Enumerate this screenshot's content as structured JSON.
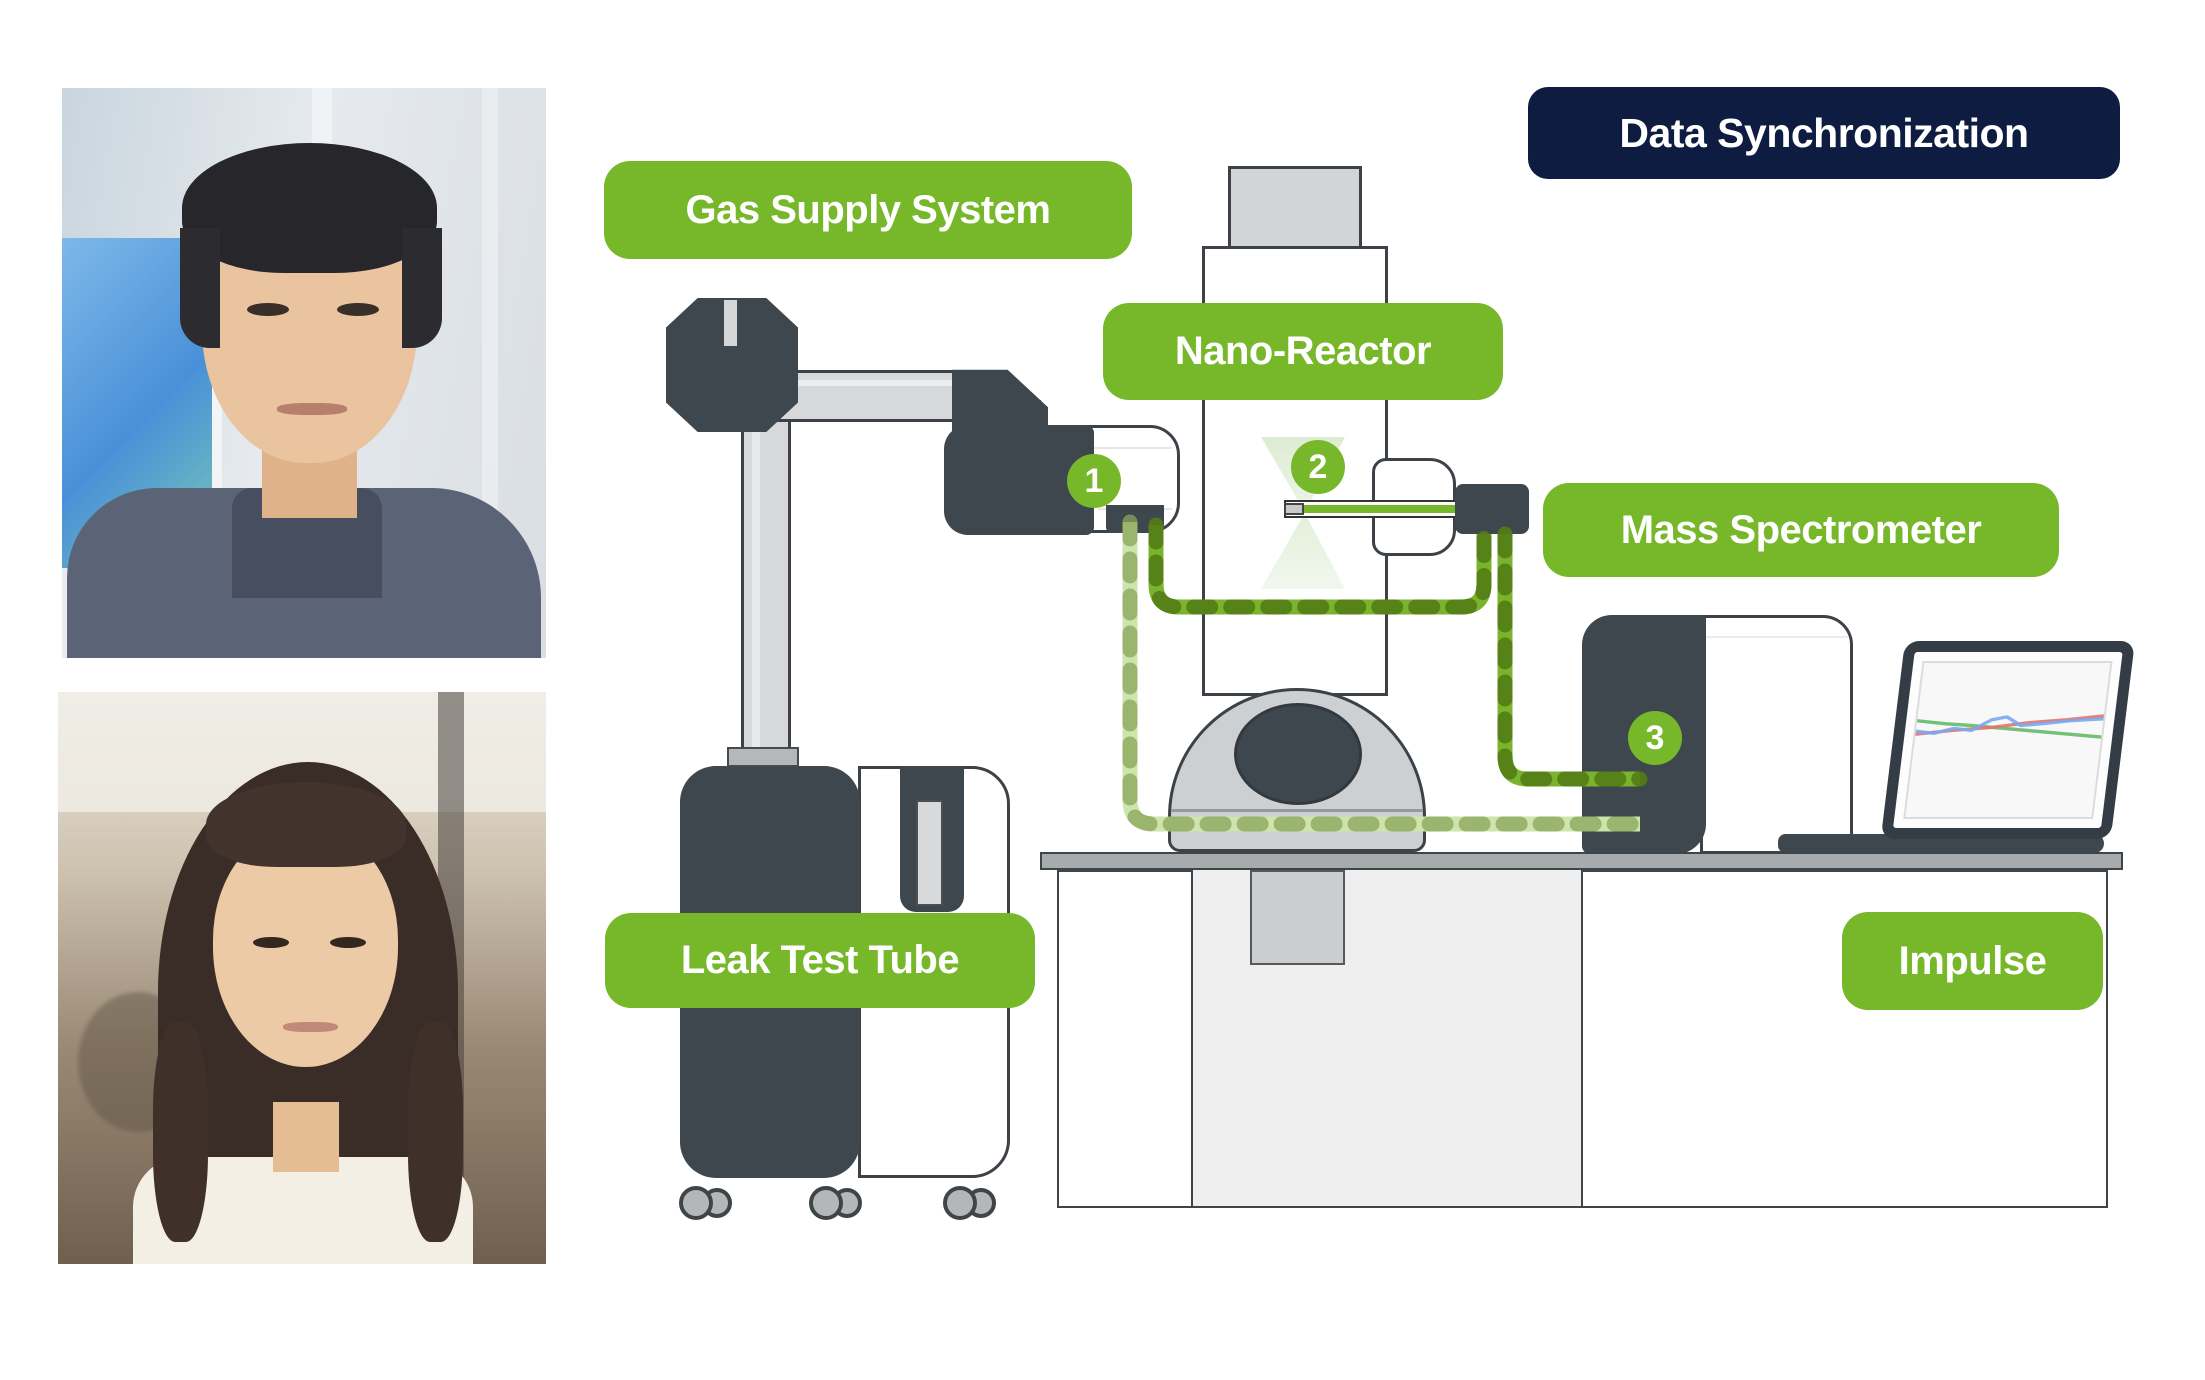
{
  "header": {
    "title": "Data Synchronization"
  },
  "labels": {
    "gas_supply": "Gas Supply System",
    "nano_reactor": "Nano-Reactor",
    "mass_spectrometer": "Mass Spectrometer",
    "leak_test_tube": "Leak Test Tube",
    "impulse": "Impulse"
  },
  "steps": {
    "s1": "1",
    "s2": "2",
    "s3": "3"
  },
  "colors": {
    "accent_green": "#76b82a",
    "navy": "#0d1c40",
    "equipment_dark": "#3e464e",
    "tube_dark_green": "#527c16",
    "tube_light_green": "#cde4ad",
    "table_gray": "#a8abad"
  },
  "chart_data": {
    "type": "line",
    "context": "laptop-screen-sparkline",
    "title": "",
    "xlabel": "",
    "ylabel": "",
    "axes": "none",
    "x_range": [
      0,
      200
    ],
    "y_range": [
      0,
      160
    ],
    "series": [
      {
        "name": "green",
        "color": "#64b96a",
        "points": [
          [
            0,
            60
          ],
          [
            30,
            63
          ],
          [
            60,
            65
          ],
          [
            95,
            68
          ],
          [
            130,
            71
          ],
          [
            200,
            77
          ]
        ]
      },
      {
        "name": "red",
        "color": "#e2726e",
        "points": [
          [
            0,
            74
          ],
          [
            40,
            70
          ],
          [
            80,
            67
          ],
          [
            120,
            62
          ],
          [
            160,
            59
          ],
          [
            200,
            55
          ]
        ]
      },
      {
        "name": "blue",
        "color": "#7aa7f0",
        "points": [
          [
            0,
            71
          ],
          [
            20,
            73
          ],
          [
            40,
            68
          ],
          [
            60,
            70
          ],
          [
            80,
            59
          ],
          [
            96,
            56
          ],
          [
            112,
            65
          ],
          [
            135,
            63
          ],
          [
            165,
            60
          ],
          [
            200,
            58
          ]
        ]
      }
    ]
  }
}
